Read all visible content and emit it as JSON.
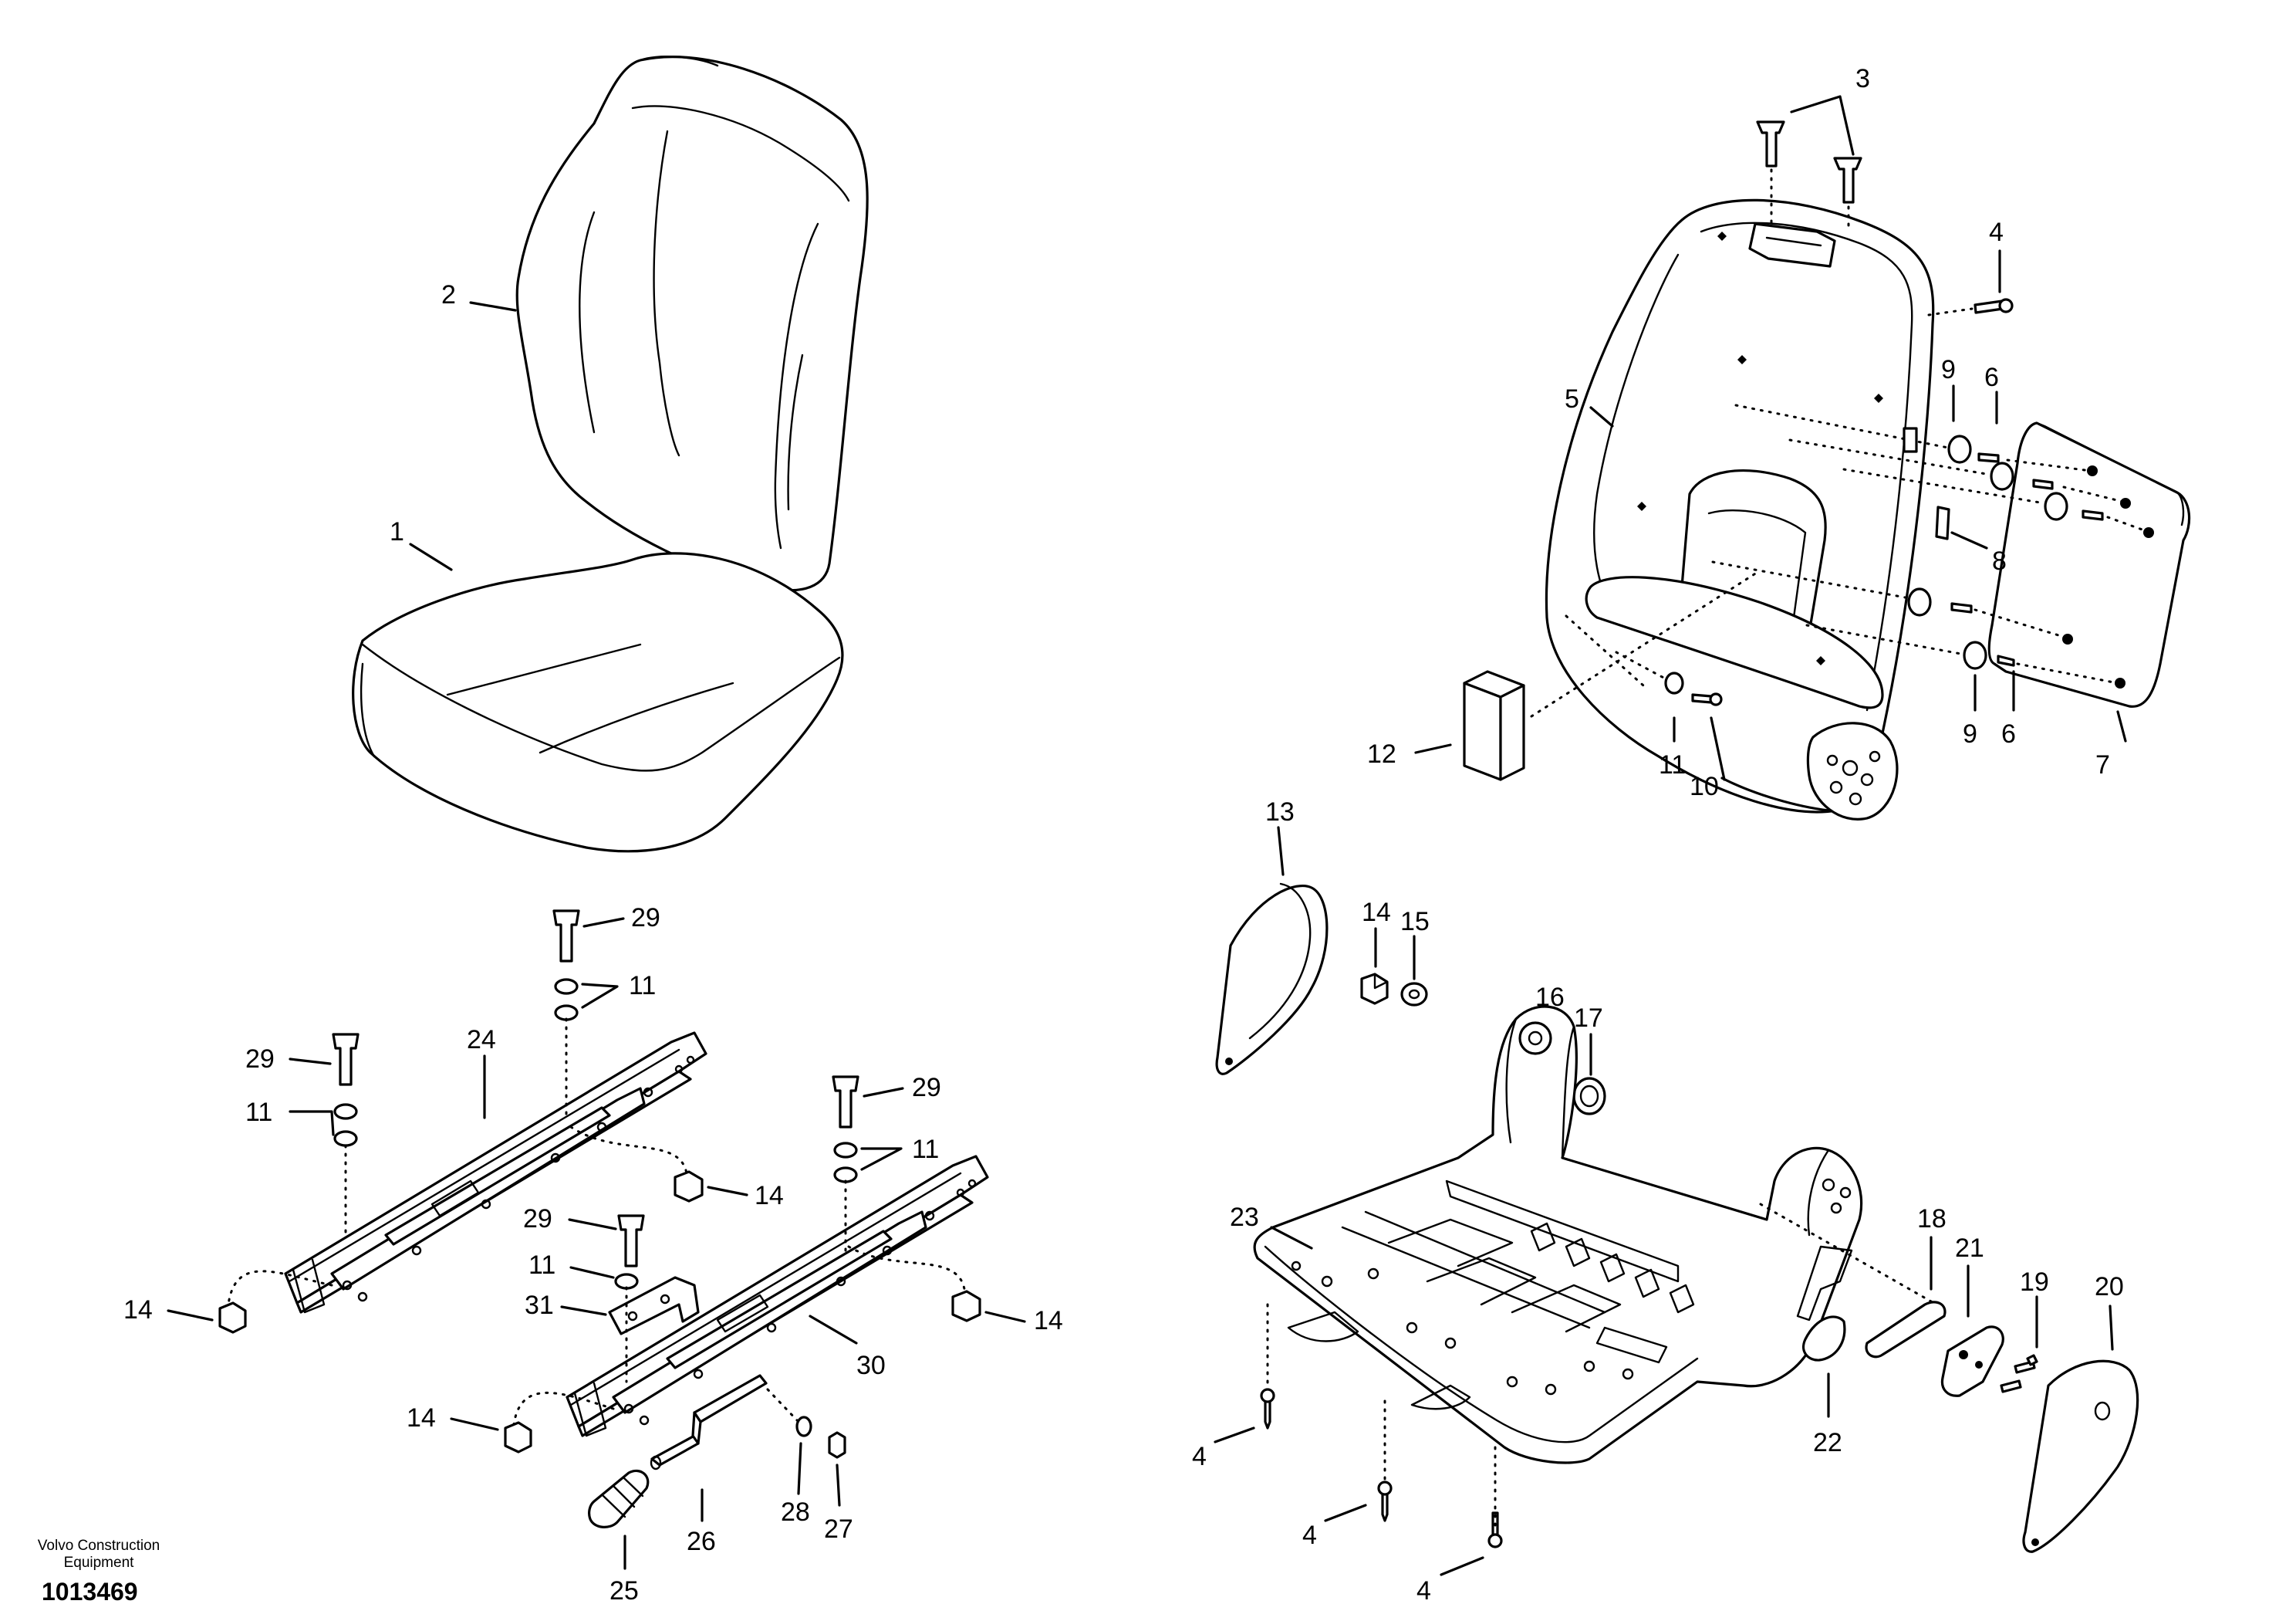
{
  "footer": {
    "brand_line1": "Volvo Construction",
    "brand_line2": "Equipment",
    "drawing_number": "1013469"
  },
  "callouts": {
    "c1": "1",
    "c2": "2",
    "c3": "3",
    "c4a": "4",
    "c5": "5",
    "c6a": "6",
    "c6b": "6",
    "c7": "7",
    "c8": "8",
    "c9a": "9",
    "c9b": "9",
    "c10": "10",
    "c11a": "11",
    "c12": "12",
    "c13": "13",
    "c14a": "14",
    "c15": "15",
    "c16": "16",
    "c17": "17",
    "c18": "18",
    "c19": "19",
    "c20": "20",
    "c21": "21",
    "c22": "22",
    "c23": "23",
    "c4b": "4",
    "c4c": "4",
    "c4d": "4",
    "c29a": "29",
    "c11b": "11",
    "c29b": "29",
    "c24": "24",
    "c11c": "11",
    "c14b": "14",
    "c29c": "29",
    "c11d": "11",
    "c14c": "14",
    "c29d": "29",
    "c11e": "11",
    "c31": "31",
    "c30": "30",
    "c14d": "14",
    "c14e": "14",
    "c26": "26",
    "c28": "28",
    "c27": "27",
    "c25": "25"
  }
}
